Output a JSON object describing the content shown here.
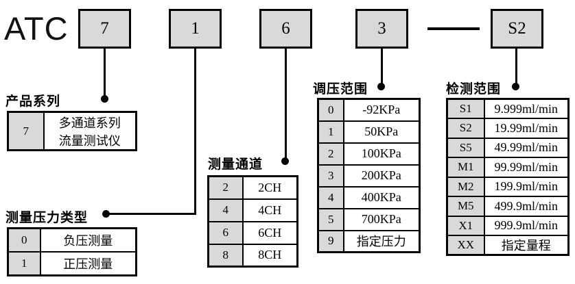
{
  "model_code": {
    "prefix": "ATC",
    "separator": "—",
    "boxes": [
      "7",
      "1",
      "6",
      "3",
      "S2"
    ]
  },
  "colors": {
    "box_fill": "#d9d9d9",
    "line": "#000000",
    "background": "#ffffff"
  },
  "groups": [
    {
      "id": "product-series",
      "title": "产品系列",
      "rows": [
        {
          "key": "7",
          "value": "多通道系列\n流量测试仪"
        }
      ]
    },
    {
      "id": "pressure-type",
      "title": "测量压力类型",
      "rows": [
        {
          "key": "0",
          "value": "负压测量"
        },
        {
          "key": "1",
          "value": "正压测量"
        }
      ]
    },
    {
      "id": "channels",
      "title": "测量通道",
      "rows": [
        {
          "key": "2",
          "value": "2CH"
        },
        {
          "key": "4",
          "value": "4CH"
        },
        {
          "key": "6",
          "value": "6CH"
        },
        {
          "key": "8",
          "value": "8CH"
        }
      ]
    },
    {
      "id": "pressure-range",
      "title": "调压范围",
      "rows": [
        {
          "key": "0",
          "value": "-92KPa"
        },
        {
          "key": "1",
          "value": "50KPa"
        },
        {
          "key": "2",
          "value": "100KPa"
        },
        {
          "key": "3",
          "value": "200KPa"
        },
        {
          "key": "4",
          "value": "400KPa"
        },
        {
          "key": "5",
          "value": "700KPa"
        },
        {
          "key": "9",
          "value": "指定压力"
        }
      ]
    },
    {
      "id": "detection-range",
      "title": "检测范围",
      "rows": [
        {
          "key": "S1",
          "value": "9.999ml/min"
        },
        {
          "key": "S2",
          "value": "19.99ml/min"
        },
        {
          "key": "S5",
          "value": "49.99ml/min"
        },
        {
          "key": "M1",
          "value": "99.99ml/min"
        },
        {
          "key": "M2",
          "value": "199.9ml/min"
        },
        {
          "key": "M5",
          "value": "499.9ml/min"
        },
        {
          "key": "X1",
          "value": "999.9ml/min"
        },
        {
          "key": "XX",
          "value": "指定量程"
        }
      ]
    }
  ]
}
